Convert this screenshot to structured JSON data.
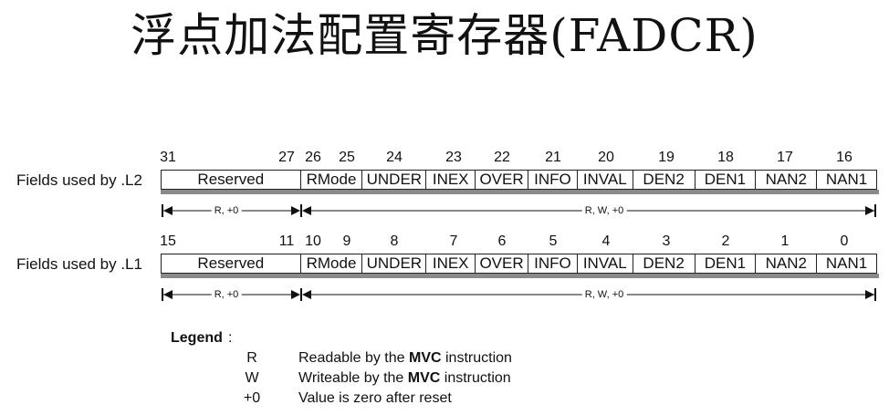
{
  "title": "浮点加法配置寄存器(FADCR)",
  "rows": [
    {
      "label": "Fields used by .L2",
      "bit_labels": [
        "31",
        "27",
        "26",
        "25",
        "24",
        "23",
        "22",
        "21",
        "20",
        "19",
        "18",
        "17",
        "16"
      ],
      "fields": [
        "Reserved",
        "RMode",
        "UNDER",
        "INEX",
        "OVER",
        "INFO",
        "INVAL",
        "DEN2",
        "DEN1",
        "NAN2",
        "NAN1"
      ],
      "access": [
        "R, +0",
        "R, W, +0"
      ]
    },
    {
      "label": "Fields used by .L1",
      "bit_labels": [
        "15",
        "11",
        "10",
        "9",
        "8",
        "7",
        "6",
        "5",
        "4",
        "3",
        "2",
        "1",
        "0"
      ],
      "fields": [
        "Reserved",
        "RMode",
        "UNDER",
        "INEX",
        "OVER",
        "INFO",
        "INVAL",
        "DEN2",
        "DEN1",
        "NAN2",
        "NAN1"
      ],
      "access": [
        "R, +0",
        "R, W, +0"
      ]
    }
  ],
  "legend": {
    "title": "Legend",
    "colon": ":",
    "entries": [
      {
        "key": "R",
        "prefix": "Readable by the ",
        "bold": "MVC",
        "suffix": " instruction"
      },
      {
        "key": "W",
        "prefix": "Writeable by the ",
        "bold": "MVC",
        "suffix": " instruction"
      },
      {
        "key": "+0",
        "prefix": "Value is zero after reset",
        "bold": "",
        "suffix": ""
      }
    ]
  }
}
